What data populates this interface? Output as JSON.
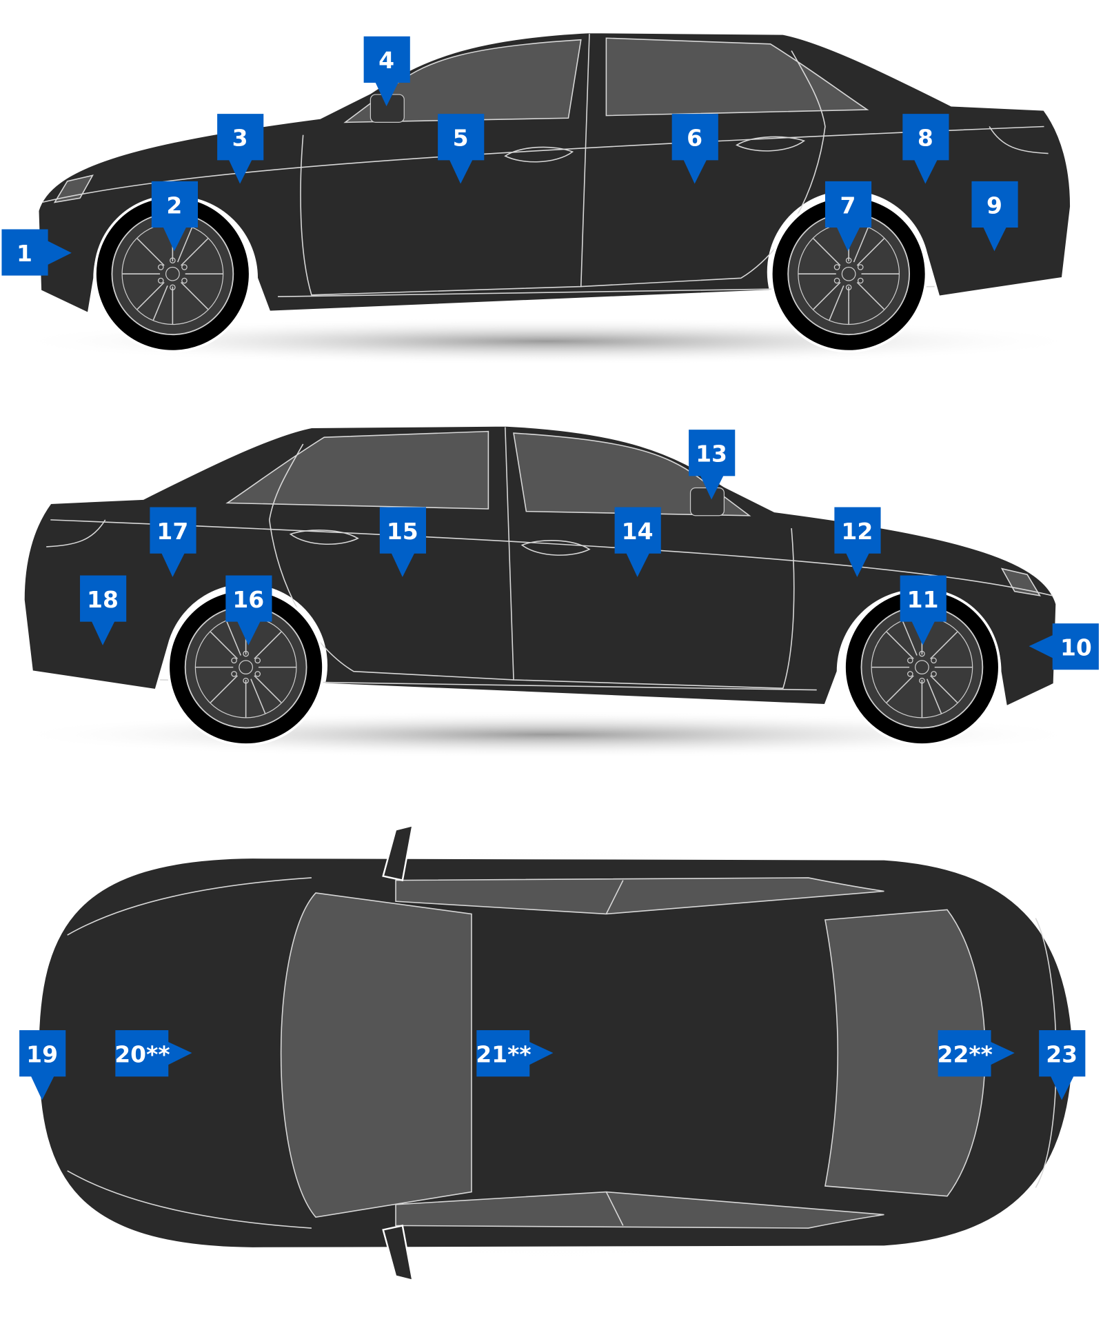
{
  "diagram": {
    "views": [
      "driver-side",
      "passenger-side",
      "top"
    ],
    "colors": {
      "marker": "#0060c8",
      "body": "#2a2a2a",
      "glass": "#555555"
    },
    "markers": [
      {
        "label": "1"
      },
      {
        "label": "2"
      },
      {
        "label": "3"
      },
      {
        "label": "4"
      },
      {
        "label": "5"
      },
      {
        "label": "6"
      },
      {
        "label": "7"
      },
      {
        "label": "8"
      },
      {
        "label": "9"
      },
      {
        "label": "10"
      },
      {
        "label": "11"
      },
      {
        "label": "12"
      },
      {
        "label": "13"
      },
      {
        "label": "14"
      },
      {
        "label": "15"
      },
      {
        "label": "16"
      },
      {
        "label": "17"
      },
      {
        "label": "18"
      },
      {
        "label": "19"
      },
      {
        "label": "20**"
      },
      {
        "label": "21**"
      },
      {
        "label": "22**"
      },
      {
        "label": "23"
      }
    ]
  }
}
